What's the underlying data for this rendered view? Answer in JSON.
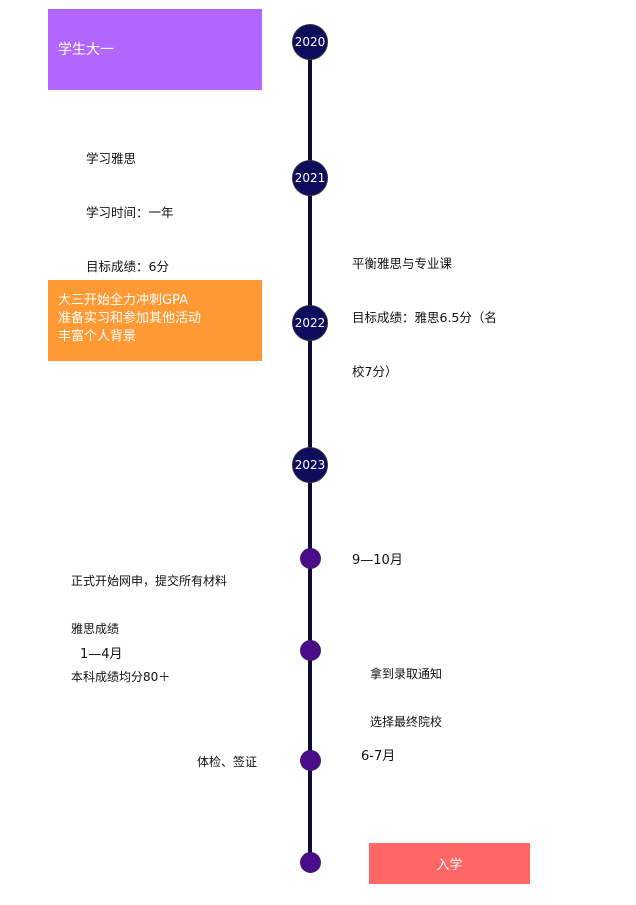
{
  "colors": {
    "line": "#0a0a3a",
    "year_node": "#0d0d5e",
    "month_node": "#4b0c8c",
    "box_freshman": "#b266ff",
    "box_junior": "#ff9933",
    "box_enroll": "#ff6666"
  },
  "years": [
    "2020",
    "2021",
    "2022",
    "2023"
  ],
  "boxes": {
    "freshman": "学生大一",
    "junior": [
      "大三开始全力冲刺GPA",
      "准备实习和参加其他活动",
      "丰富个人背景"
    ],
    "enroll": "入学"
  },
  "notes": {
    "ielts_study": [
      "学习雅思",
      "学习时间：一年",
      "目标成绩：6分"
    ],
    "balance": [
      "平衡雅思与专业课",
      "目标成绩：雅思6.5分（名",
      "校7分）"
    ],
    "apply": [
      "正式开始网申，提交所有材料",
      "雅思成绩",
      "本科成绩均分80＋"
    ],
    "offer": [
      "拿到录取通知",
      "选择最终院校"
    ],
    "visa": "体检、签证"
  },
  "months": {
    "sep_oct": "9—10月",
    "jan_apr": "1—4月",
    "jun_jul": "6-7月"
  }
}
